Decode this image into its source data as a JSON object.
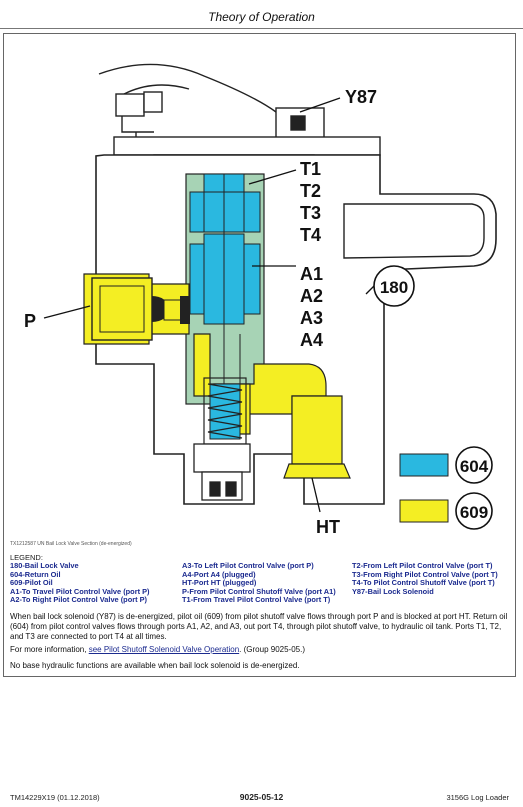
{
  "header": {
    "title": "Theory of Operation"
  },
  "diagram": {
    "labels": {
      "y87": "Y87",
      "t1": "T1",
      "t2": "T2",
      "t3": "T3",
      "t4": "T4",
      "a1": "A1",
      "a2": "A2",
      "a3": "A3",
      "a4": "A4",
      "p": "P",
      "ht": "HT",
      "c180": "180"
    },
    "key": [
      {
        "code": "604",
        "color": "#2ab8e0"
      },
      {
        "code": "609",
        "color": "#f4ee23"
      }
    ],
    "colors": {
      "yellow": "#f4ee23",
      "cyan": "#2ab8e0",
      "green": "#a7d3b5",
      "body": "#ffffff"
    }
  },
  "caption": "TX1212587 UN Bail Lock Valve Section (de-energized)",
  "legend": {
    "title": "LEGEND:",
    "items": [
      "180-Bail Lock Valve",
      "A3-To Left Pilot Control Valve (port P)",
      "T2-From Left Pilot Control Valve (port T)",
      "604-Return Oil",
      "A4-Port A4 (plugged)",
      "T3-From Right Pilot Control Valve (port T)",
      "609-Pilot Oil",
      "HT-Port HT (plugged)",
      "T4-To Pilot Control Shutoff Valve (port T)",
      "A1-To Travel Pilot Control Valve (port P)",
      "P-From Pilot Control Shutoff Valve (port A1)",
      "Y87-Bail Lock Solenoid",
      "A2-To Right Pilot Control Valve (port P)",
      "T1-From Travel Pilot Control Valve (port T)",
      ""
    ]
  },
  "text": {
    "p1": "When bail lock solenoid (Y87) is de-energized, pilot oil (609) from pilot shutoff valve flows through port P and is blocked at port HT. Return oil (604) from pilot control valves flows through ports A1, A2, and A3, out port T4, through pilot shutoff valve, to hydraulic oil tank. Ports T1, T2, and T3 are connected to port T4 at all times.",
    "p2_pre": "For more information, ",
    "p2_link": "see Pilot Shutoff Solenoid Valve Operation",
    "p2_post": ". (Group 9025-05.)",
    "p3": "No base hydraulic functions are available when bail lock solenoid is de-energized."
  },
  "footer": {
    "left": "TM14229X19 (01.12.2018)",
    "center": "9025-05-12",
    "right": "3156G Log Loader"
  }
}
